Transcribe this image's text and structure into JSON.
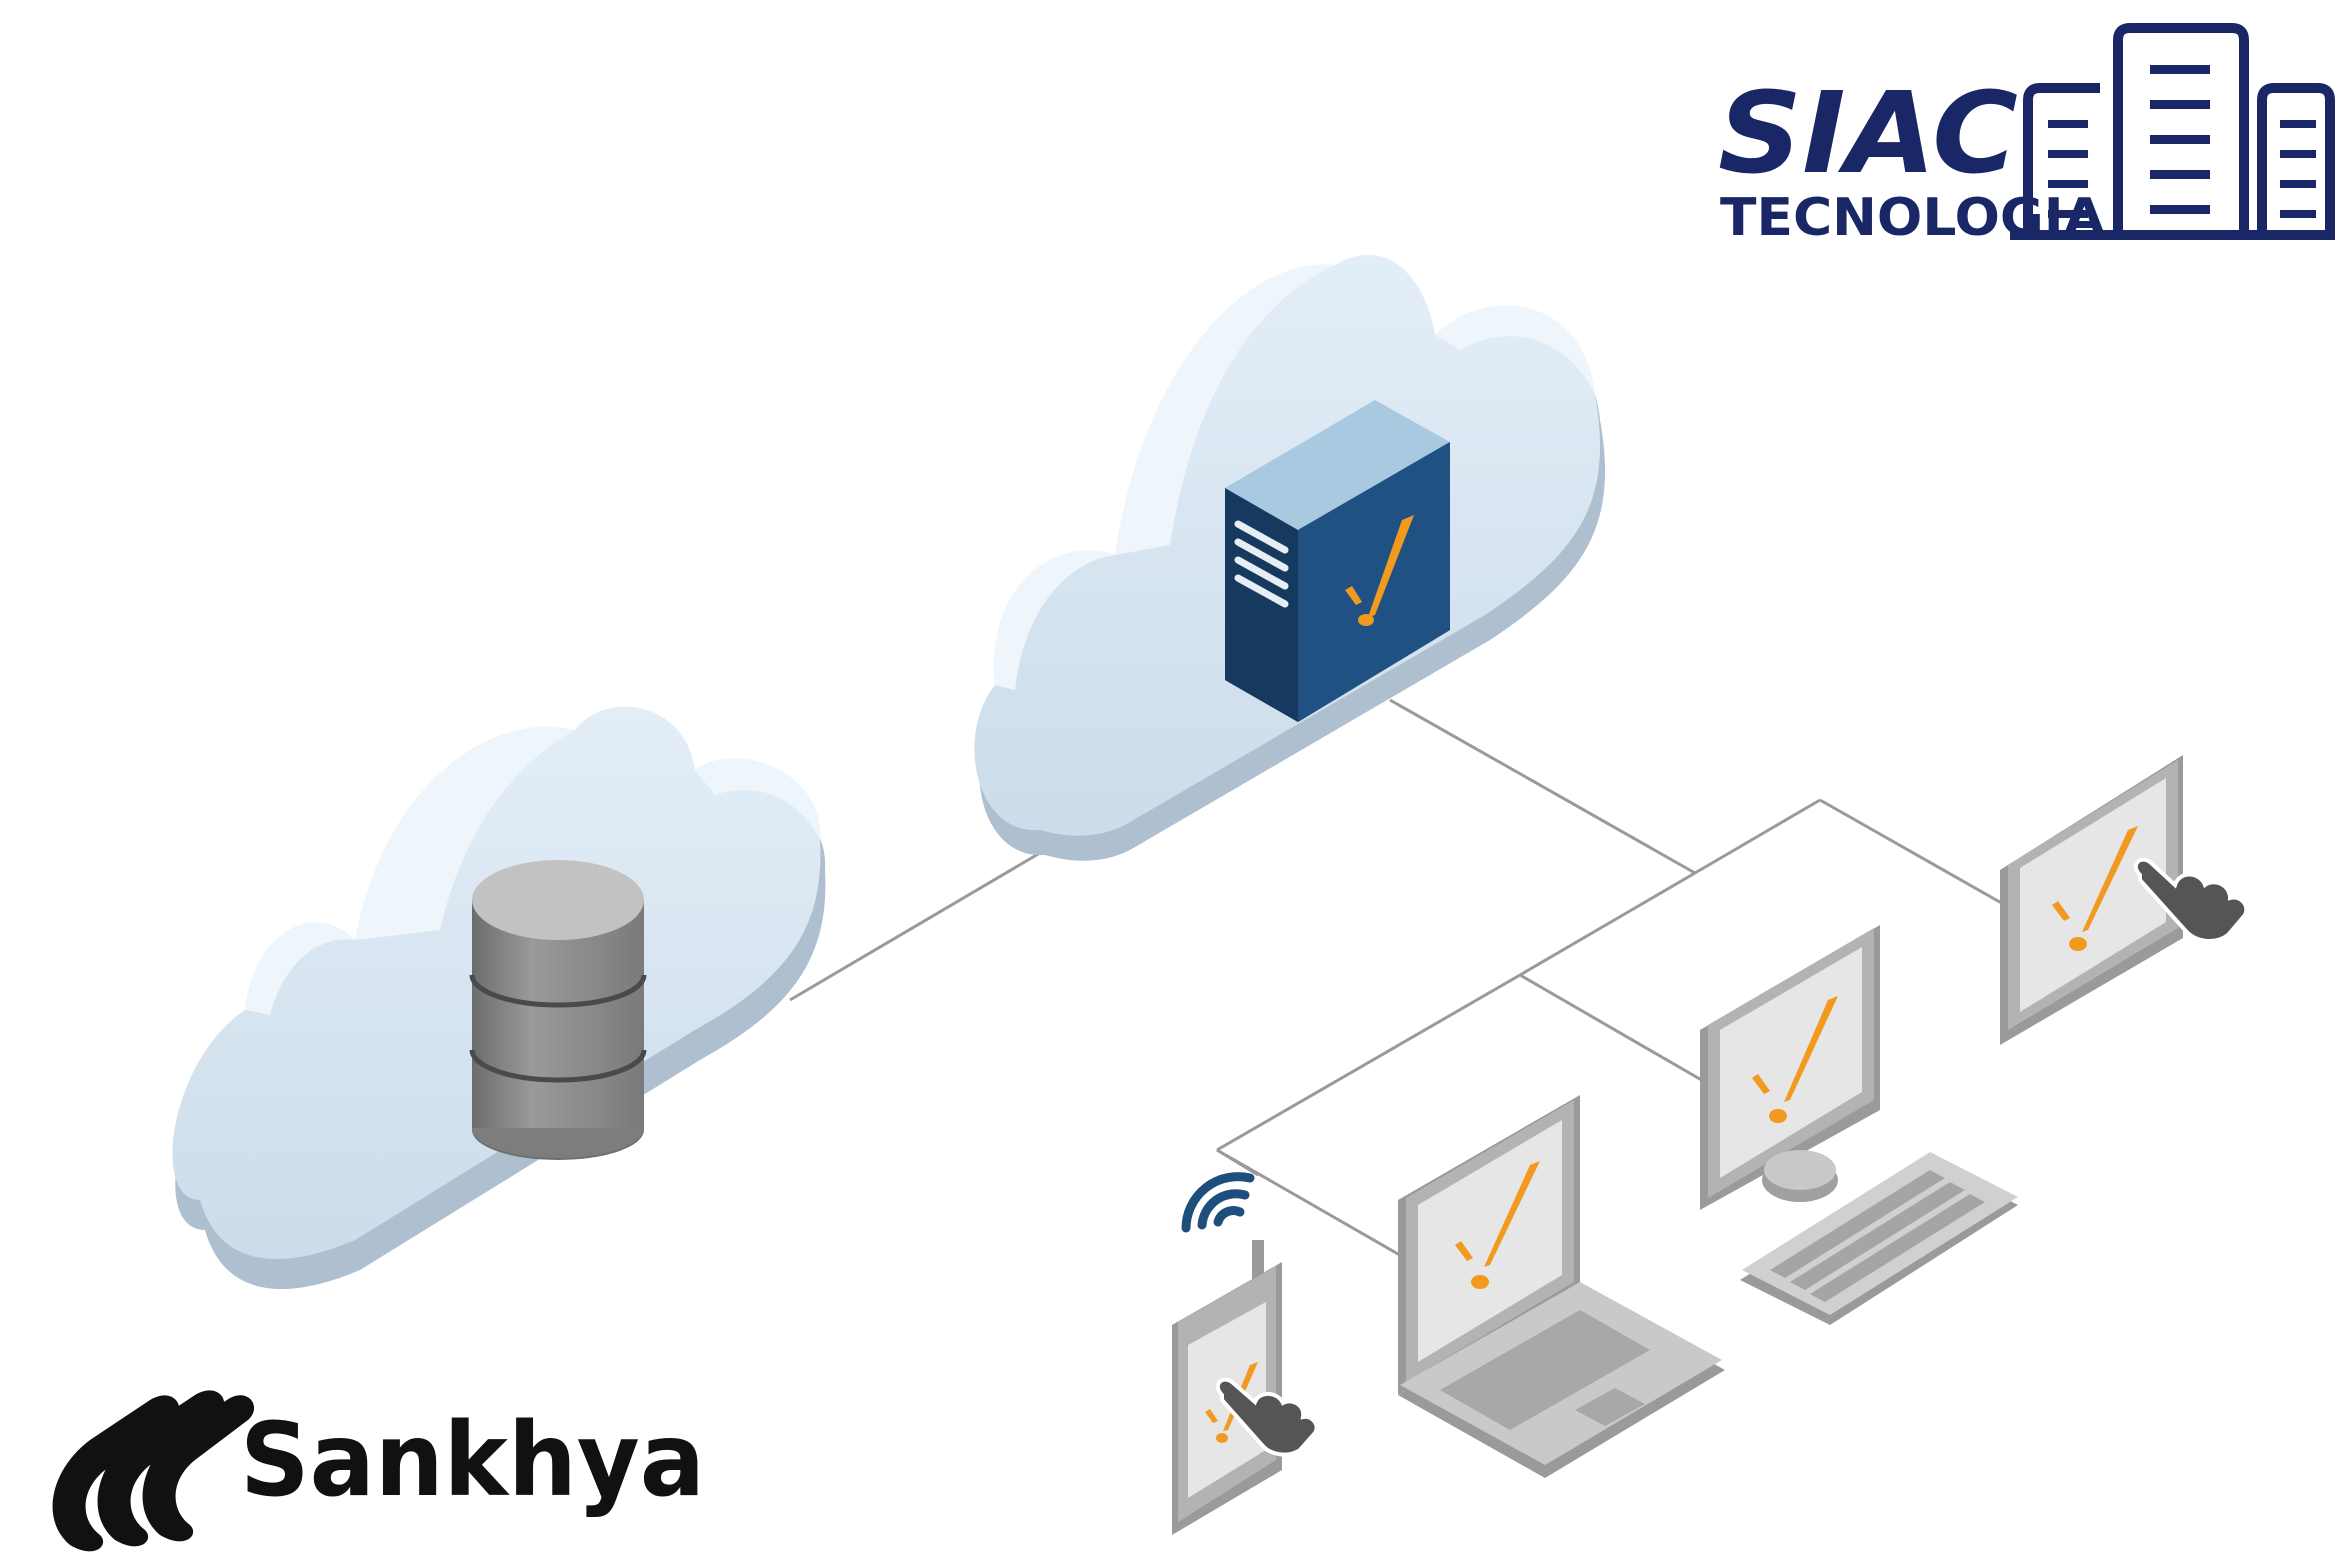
{
  "logos": {
    "siac": {
      "title": "SIAC",
      "subtitle": "TECNOLOGIA",
      "color": "#1a2766"
    },
    "sankhya": {
      "name": "Sankhya",
      "color": "#111111"
    }
  },
  "colors": {
    "cloud_front": "#d4e3ef",
    "cloud_top": "#eef6fc",
    "cloud_shade": "#aebfcf",
    "server_front": "#1e4e7c",
    "server_side": "#163a5f",
    "server_top": "#a9c9e0",
    "accent": "#f29a1f",
    "device_gray": "#a7a7a7",
    "screen_bg": "#e6e6e6",
    "hand_gray": "#555555",
    "wifi_blue": "#1e4e7c",
    "line_gray": "#9a9a9a"
  },
  "diagram": {
    "nodes": [
      {
        "id": "database",
        "icon": "database-icon"
      },
      {
        "id": "app-server",
        "icon": "server-icon"
      },
      {
        "id": "touch-monitor",
        "icon": "touch-monitor-icon"
      },
      {
        "id": "desktop",
        "icon": "desktop-monitor-icon"
      },
      {
        "id": "keyboard",
        "icon": "keyboard-icon"
      },
      {
        "id": "laptop",
        "icon": "laptop-icon"
      },
      {
        "id": "handheld",
        "icon": "handheld-device-icon"
      },
      {
        "id": "wifi",
        "icon": "wifi-icon"
      }
    ]
  }
}
